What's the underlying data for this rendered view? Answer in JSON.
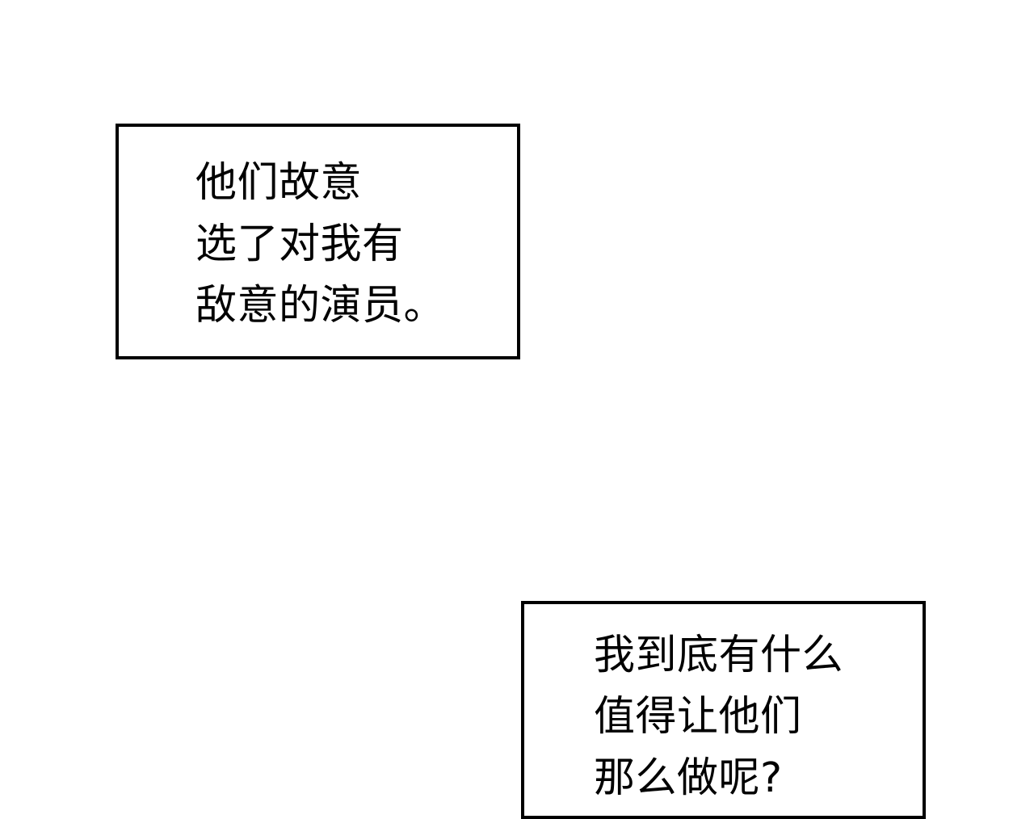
{
  "page": {
    "background": "#ffffff"
  },
  "caption_boxes": [
    {
      "border_color": "#000000",
      "lines": [
        "他们故意",
        "选了对我有",
        "敌意的演员。"
      ]
    },
    {
      "border_color": "#000000",
      "lines": [
        "我到底有什么",
        "值得让他们",
        "那么做呢?"
      ]
    }
  ]
}
